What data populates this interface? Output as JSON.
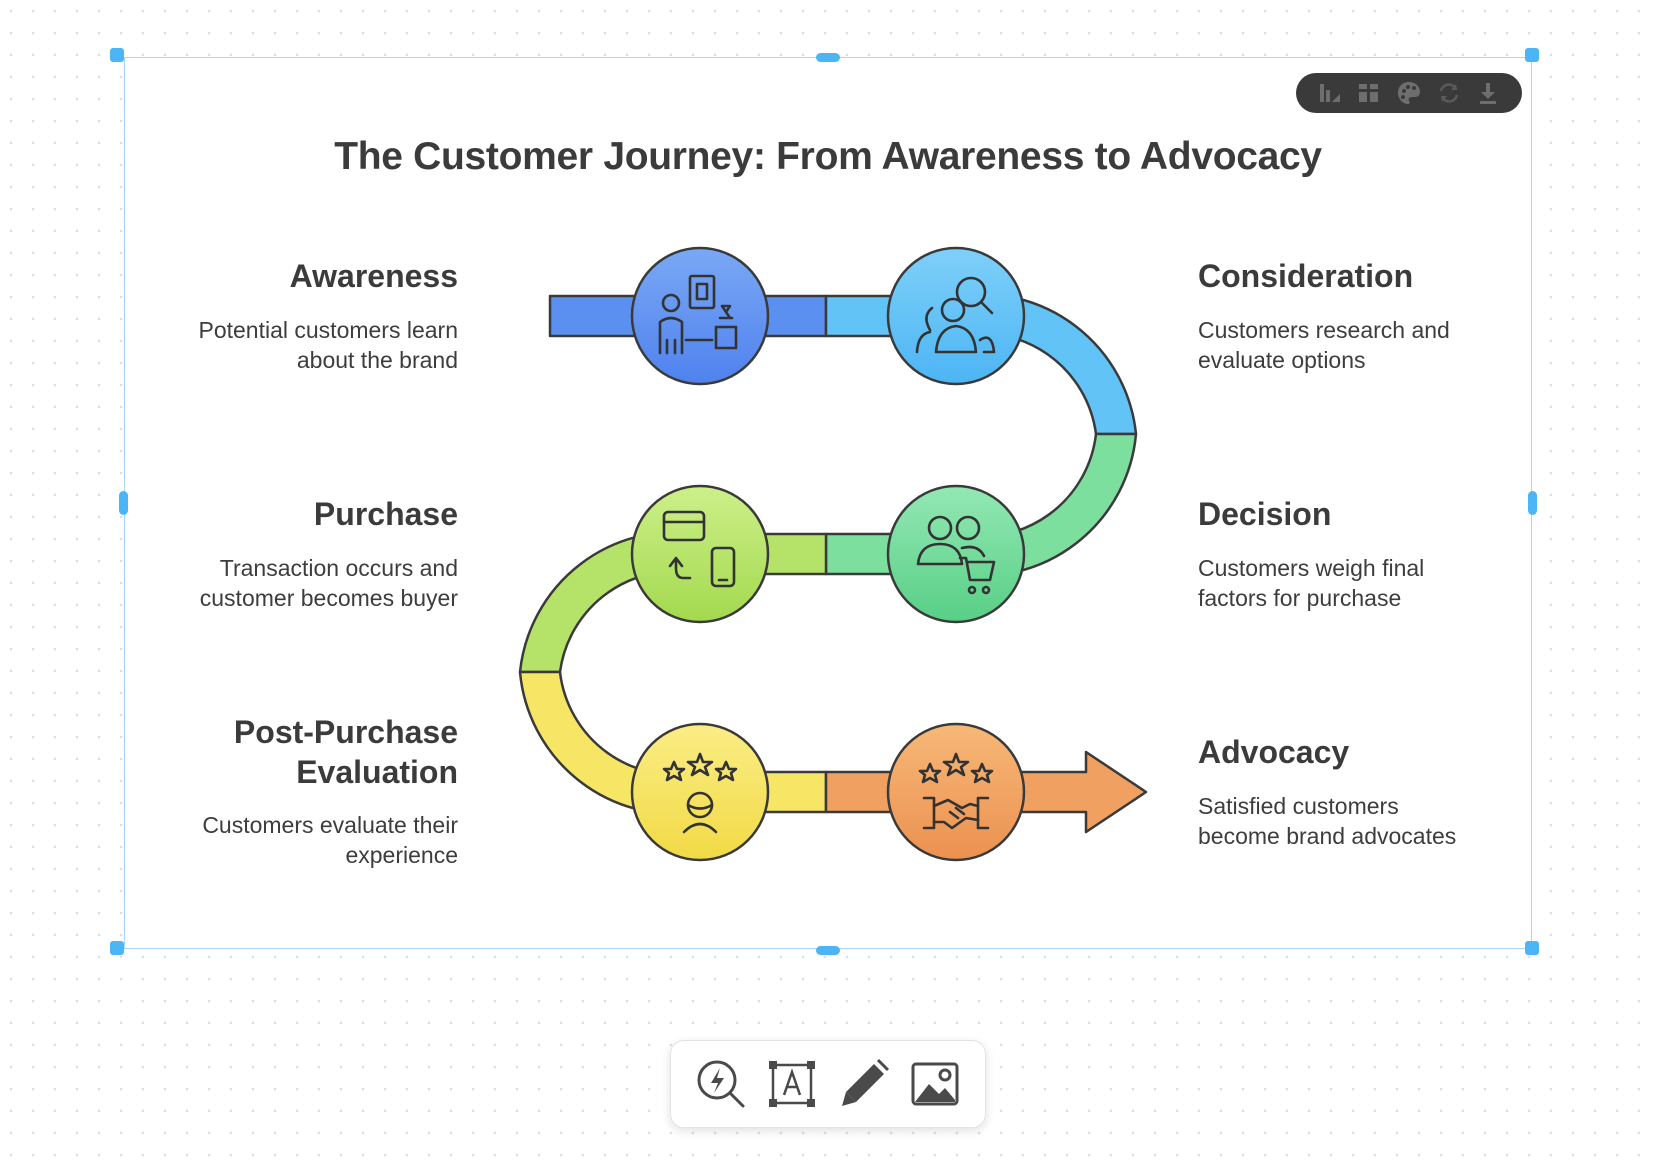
{
  "title": "The Customer Journey: From Awareness to Advocacy",
  "stages": [
    {
      "title": "Awareness",
      "desc": [
        "Potential customers learn",
        "about the brand"
      ]
    },
    {
      "title": "Consideration",
      "desc": [
        "Customers research and",
        "evaluate options"
      ]
    },
    {
      "title": "Purchase",
      "desc": [
        "Transaction occurs and",
        "customer becomes buyer"
      ]
    },
    {
      "title": "Decision",
      "desc": [
        "Customers weigh final",
        "factors for purchase"
      ]
    },
    {
      "title": [
        "Post-Purchase",
        "Evaluation"
      ],
      "desc": [
        "Customers evaluate their",
        "experience"
      ]
    },
    {
      "title": "Advocacy",
      "desc": [
        "Satisfied customers",
        "become brand advocates"
      ]
    }
  ],
  "colors": {
    "awareness": "#5b8ff0",
    "consideration": "#62c3f7",
    "decision": "#7ddf9e",
    "purchase": "#b5e36a",
    "evaluation": "#f7e566",
    "advocacy": "#f0a060",
    "selection": "#4cb5f5"
  },
  "icons": {
    "awareness": "person-billboard-icon",
    "consideration": "people-search-icon",
    "decision": "people-cart-icon",
    "purchase": "card-phone-icon",
    "evaluation": "person-stars-icon",
    "advocacy": "handshake-stars-icon"
  },
  "top_toolbar": [
    "chart-style-icon",
    "layout-grid-icon",
    "palette-icon",
    "refresh-icon",
    "download-icon"
  ],
  "bottom_toolbar": [
    "magic-search-icon",
    "text-box-icon",
    "pencil-icon",
    "image-icon"
  ]
}
